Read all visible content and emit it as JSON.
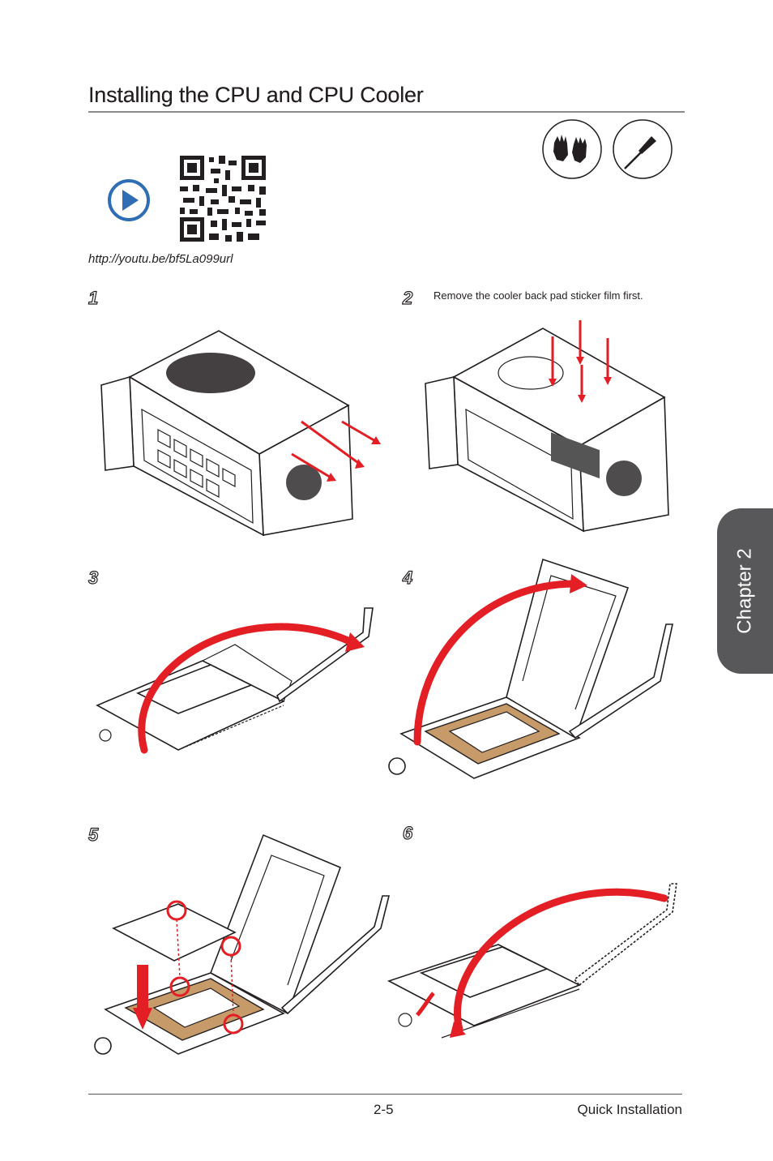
{
  "header": {
    "title": "Installing the CPU and CPU Cooler"
  },
  "video": {
    "url": "http://youtu.be/bf5La099url",
    "play_icon": "play-icon",
    "qr_icon": "qr-code"
  },
  "tools": [
    {
      "icon": "gloves-icon"
    },
    {
      "icon": "screwdriver-icon"
    }
  ],
  "steps": [
    {
      "number": "1",
      "note": ""
    },
    {
      "number": "2",
      "note": "Remove the cooler back pad sticker film first."
    },
    {
      "number": "3",
      "note": ""
    },
    {
      "number": "4",
      "note": ""
    },
    {
      "number": "5",
      "note": ""
    },
    {
      "number": "6",
      "note": ""
    }
  ],
  "chapter_tab": {
    "label": "Chapter 2"
  },
  "footer": {
    "page_number": "2-5",
    "section": "Quick Installation"
  },
  "colors": {
    "accent_red": "#e31e24",
    "tab_gray": "#58585a",
    "play_blue": "#2f6db5",
    "socket_tan": "#c79a6a"
  }
}
